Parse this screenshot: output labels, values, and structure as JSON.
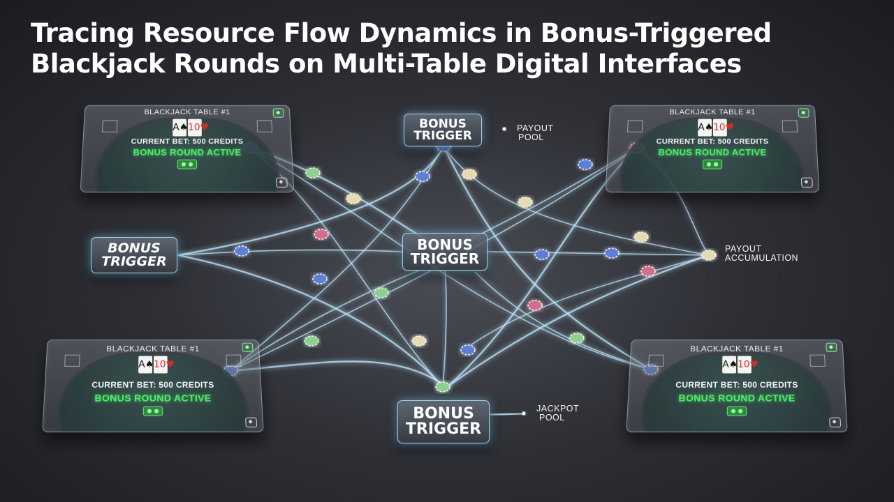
{
  "title": {
    "line1": "Tracing Resource Flow Dynamics in Bonus-Triggered",
    "line2": "Blackjack Rounds on Multi-Table Digital Interfaces"
  },
  "tables": [
    {
      "id": "top-left",
      "title": "BLACKJACK TABLE #1",
      "cards": [
        "A♠",
        "10♥"
      ],
      "bet": "CURRENT BET: 500 CREDITS",
      "status": "BONUS ROUND ACTIVE"
    },
    {
      "id": "top-right",
      "title": "BLACKJACK TABLE #1",
      "cards": [
        "A♠",
        "10♥"
      ],
      "bet": "CURRENT BET: 500 CREDITS",
      "status": "BONUS ROUND ACTIVE"
    },
    {
      "id": "bottom-left",
      "title": "BLACKJACK TABLE #1",
      "cards": [
        "A♠",
        "10♥"
      ],
      "bet": "CURRENT BET: 500 CREDITS",
      "status": "BONUS ROUND ACTIVE"
    },
    {
      "id": "bottom-right",
      "title": "BLACKJACK TABLE #1",
      "cards": [
        "A♠",
        "10♥"
      ],
      "bet": "CURRENT BET: 500 CREDITS",
      "status": "BONUS ROUND ACTIVE"
    }
  ],
  "triggers": {
    "top": {
      "line1": "BONUS",
      "line2": "TRIGGER"
    },
    "left": {
      "line1": "BONUS",
      "line2": "TRIGGER"
    },
    "center": {
      "line1": "BONUS",
      "line2": "TRIGGER"
    },
    "bottom": {
      "line1": "BONUS",
      "line2": "TRIGGER"
    }
  },
  "pools": {
    "payout_pool": {
      "line1": "PAYOUT",
      "line2": "POOL"
    },
    "payout_accumulation": {
      "line1": "PAYOUT",
      "line2": "ACCUMULATION"
    },
    "jackpot_pool": {
      "line1": "JACKPOT",
      "line2": "POOL"
    }
  },
  "colors": {
    "flow_line": "#bfe8ff",
    "chip_blue": "#5d7fd6",
    "chip_pink": "#d26e8c",
    "chip_green": "#8fcf8f",
    "chip_cream": "#e6dbb0",
    "bonus_text": "#4ef06a"
  }
}
